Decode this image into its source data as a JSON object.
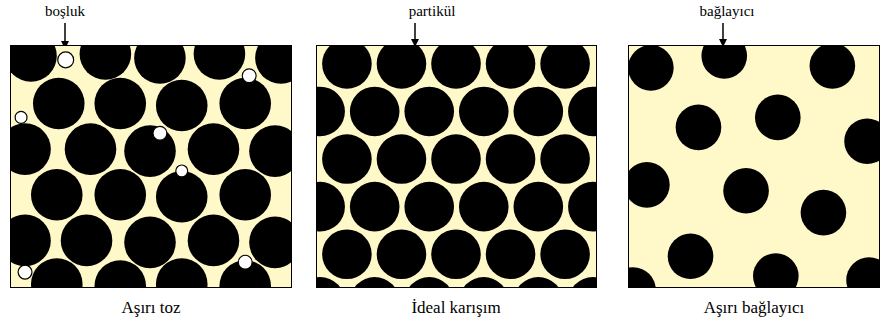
{
  "diagram": {
    "labels": [
      "boşluk",
      "partikül",
      "bağlayıcı",
      "Aşırı toz",
      "İdeal karışım",
      "Aşırı bağlayıcı"
    ]
  }
}
